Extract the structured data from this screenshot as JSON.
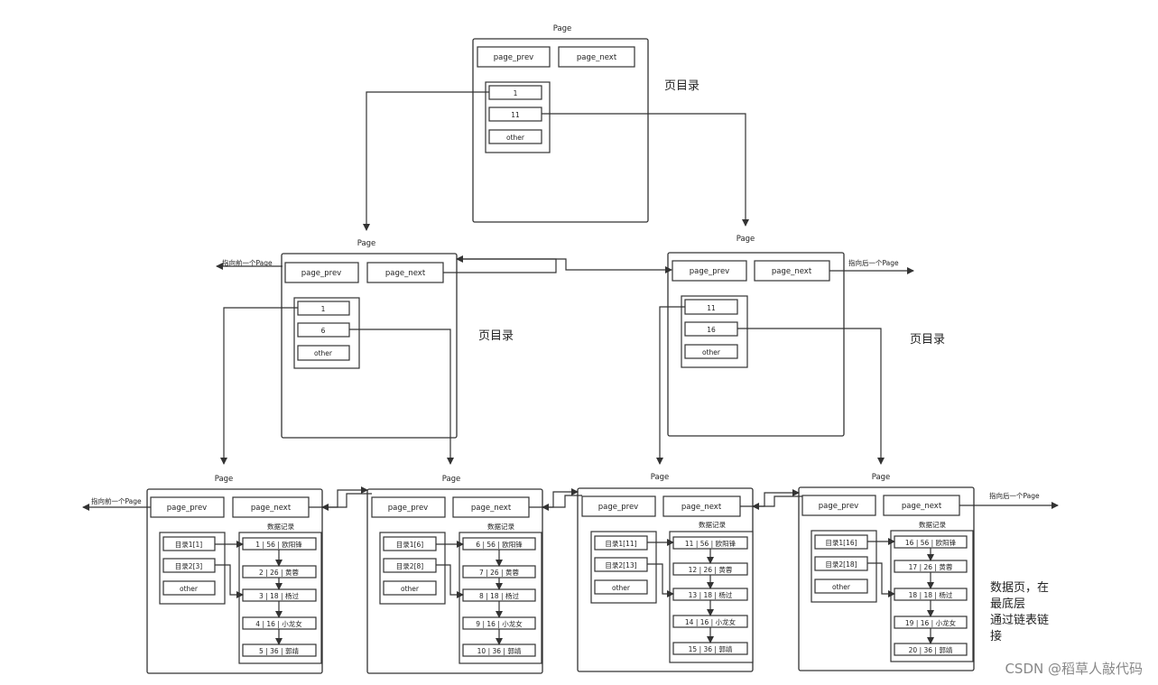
{
  "labels": {
    "page": "Page",
    "page_prev": "page_prev",
    "page_next": "page_next",
    "other": "other",
    "page_dir": "页目录",
    "data_records": "数据记录",
    "to_prev": "指向前一个Page",
    "to_next": "指向后一个Page"
  },
  "root_page": {
    "dir_entries": [
      "1",
      "11",
      "other"
    ]
  },
  "middle_pages": [
    {
      "dir_entries": [
        "1",
        "6",
        "other"
      ]
    },
    {
      "dir_entries": [
        "11",
        "16",
        "other"
      ]
    }
  ],
  "leaf_pages": [
    {
      "dir_entries": [
        "目录1[1]",
        "目录2[3]",
        "other"
      ],
      "records": [
        "1 | 56 | 欧阳锋",
        "2 | 26 | 黄蓉",
        "3 | 18 | 杨过",
        "4 | 16 | 小龙女",
        "5 | 36 | 郭靖"
      ]
    },
    {
      "dir_entries": [
        "目录1[6]",
        "目录2[8]",
        "other"
      ],
      "records": [
        "6 | 56 | 欧阳锋",
        "7 | 26 | 黄蓉",
        "8 | 18 | 杨过",
        "9 | 16 | 小龙女",
        "10 | 36 | 郭靖"
      ]
    },
    {
      "dir_entries": [
        "目录1[11]",
        "目录2[13]",
        "other"
      ],
      "records": [
        "11 | 56 | 欧阳锋",
        "12 | 26 | 黄蓉",
        "13 | 18 | 杨过",
        "14 | 16 | 小龙女",
        "15 | 36 | 郭靖"
      ]
    },
    {
      "dir_entries": [
        "目录1[16]",
        "目录2[18]",
        "other"
      ],
      "records": [
        "16 | 56 | 欧阳锋",
        "17 | 26 | 黄蓉",
        "18 | 18 | 杨过",
        "19 | 16 | 小龙女",
        "20 | 36 | 郭靖"
      ]
    }
  ],
  "note_lines": [
    "数据页，在",
    "最底层",
    "通过链表链",
    "接"
  ],
  "watermark": "CSDN @稻草人敲代码"
}
